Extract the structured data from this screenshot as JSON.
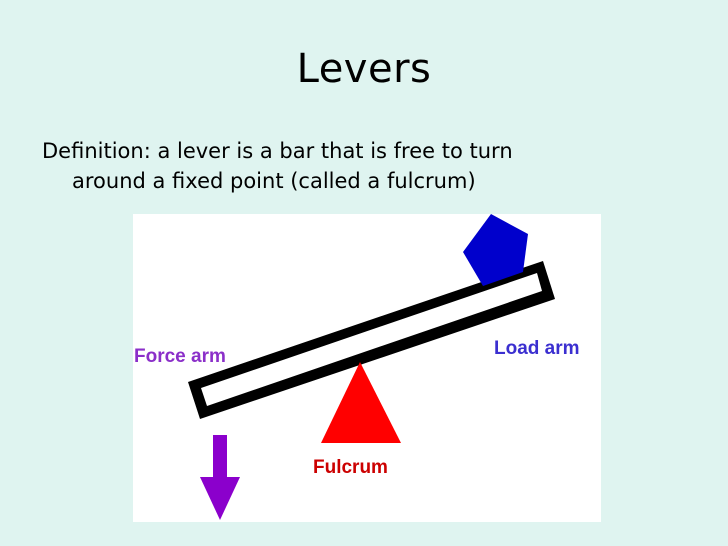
{
  "slide": {
    "title": "Levers",
    "definition_line1": "Definition: a lever is a bar that is free to turn",
    "definition_line2": "around a fixed point (called a fulcrum)"
  },
  "diagram": {
    "labels": {
      "force_arm": "Force arm",
      "load_arm": "Load arm",
      "fulcrum": "Fulcrum"
    },
    "colors": {
      "background": "#dff4f0",
      "force_arm_label": "#8b2fc9",
      "load_arm_label": "#3b2fd0",
      "fulcrum": "#ff0000",
      "fulcrum_label": "#cc0000",
      "load": "#0000cc",
      "force_arrow": "#8b00cc",
      "lever_bar": "#000000"
    }
  }
}
